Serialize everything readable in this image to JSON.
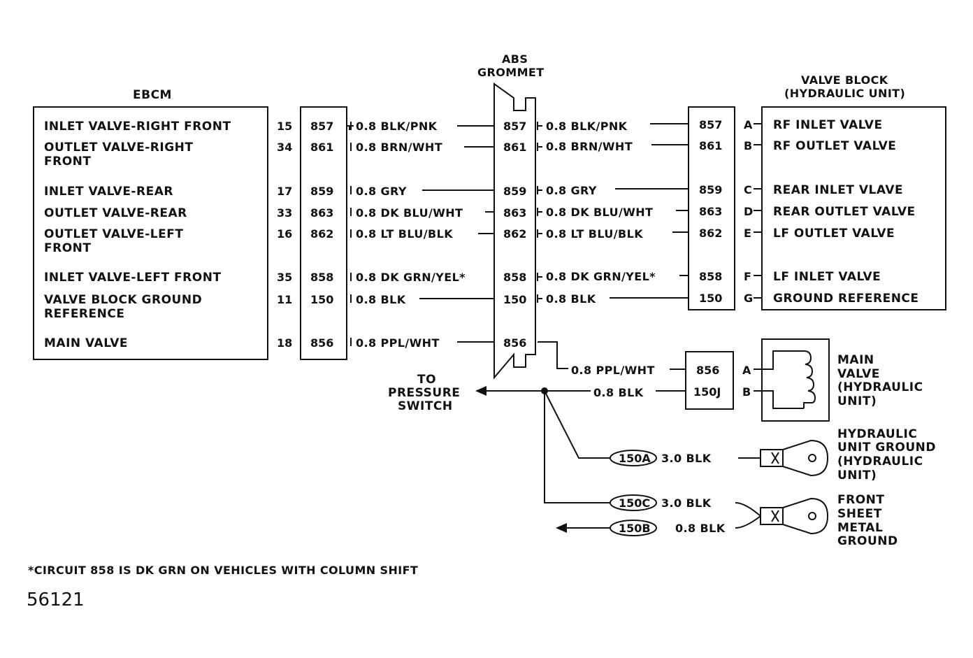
{
  "ebcm": {
    "title": "EBCM",
    "rows": [
      {
        "label1": "INLET VALVE-RIGHT FRONT",
        "label2": "",
        "pin": "15",
        "circuit": "857",
        "wire": "0.8 BLK/PNK"
      },
      {
        "label1": "OUTLET VALVE-RIGHT",
        "label2": "FRONT",
        "pin": "34",
        "circuit": "861",
        "wire": "0.8 BRN/WHT"
      },
      {
        "label1": "INLET VALVE-REAR",
        "label2": "",
        "pin": "17",
        "circuit": "859",
        "wire": "0.8 GRY"
      },
      {
        "label1": "OUTLET VALVE-REAR",
        "label2": "",
        "pin": "33",
        "circuit": "863",
        "wire": "0.8 DK BLU/WHT"
      },
      {
        "label1": "OUTLET VALVE-LEFT",
        "label2": "FRONT",
        "pin": "16",
        "circuit": "862",
        "wire": "0.8 LT BLU/BLK"
      },
      {
        "label1": "INLET VALVE-LEFT FRONT",
        "label2": "",
        "pin": "35",
        "circuit": "858",
        "wire": "0.8 DK GRN/YEL*"
      },
      {
        "label1": "VALVE BLOCK GROUND",
        "label2": "REFERENCE",
        "pin": "11",
        "circuit": "150",
        "wire": "0.8 BLK"
      },
      {
        "label1": "MAIN VALVE",
        "label2": "",
        "pin": "18",
        "circuit": "856",
        "wire": "0.8 PPL/WHT"
      }
    ]
  },
  "grommet": {
    "title1": "ABS",
    "title2": "GROMMET",
    "circuits": [
      "857",
      "861",
      "859",
      "863",
      "862",
      "858",
      "150",
      "856"
    ],
    "wires_out": [
      "0.8 BLK/PNK",
      "0.8 BRN/WHT",
      "0.8 GRY",
      "0.8 DK BLU/WHT",
      "0.8 LT BLU/BLK",
      "0.8 DK GRN/YEL*",
      "0.8 BLK"
    ]
  },
  "valve_block": {
    "title1": "VALVE BLOCK",
    "title2": "(HYDRAULIC UNIT)",
    "rows": [
      {
        "circuit": "857",
        "pin": "A",
        "label": "RF INLET VALVE"
      },
      {
        "circuit": "861",
        "pin": "B",
        "label": "RF OUTLET VALVE"
      },
      {
        "circuit": "859",
        "pin": "C",
        "label": "REAR INLET VLAVE"
      },
      {
        "circuit": "863",
        "pin": "D",
        "label": "REAR OUTLET VALVE"
      },
      {
        "circuit": "862",
        "pin": "E",
        "label": "LF OUTLET VALVE"
      },
      {
        "circuit": "858",
        "pin": "F",
        "label": "LF INLET VALVE"
      },
      {
        "circuit": "150",
        "pin": "G",
        "label": "GROUND REFERENCE"
      }
    ]
  },
  "main_valve": {
    "wire_a": "0.8 PPL/WHT",
    "wire_b": "0.8 BLK",
    "circuit_a": "856",
    "circuit_b": "150J",
    "pin_a": "A",
    "pin_b": "B",
    "label1": "MAIN",
    "label2": "VALVE",
    "label3": "(HYDRAULIC",
    "label4": "UNIT)"
  },
  "pressure_switch": {
    "line1": "TO",
    "line2": "PRESSURE",
    "line3": "SWITCH"
  },
  "grounds": {
    "g150a": {
      "tag": "150A",
      "wire": "3.0 BLK"
    },
    "g150c": {
      "tag": "150C",
      "wire": "3.0 BLK"
    },
    "g150b": {
      "tag": "150B",
      "wire": "0.8 BLK"
    },
    "hydraulic_ground": [
      "HYDRAULIC",
      "UNIT GROUND",
      "(HYDRAULIC",
      "UNIT)"
    ],
    "front_ground": [
      "FRONT",
      "SHEET",
      "METAL",
      "GROUND"
    ]
  },
  "footnote": "*CIRCUIT 858 IS DK GRN ON VEHICLES WITH COLUMN SHIFT",
  "figure_id": "56121"
}
